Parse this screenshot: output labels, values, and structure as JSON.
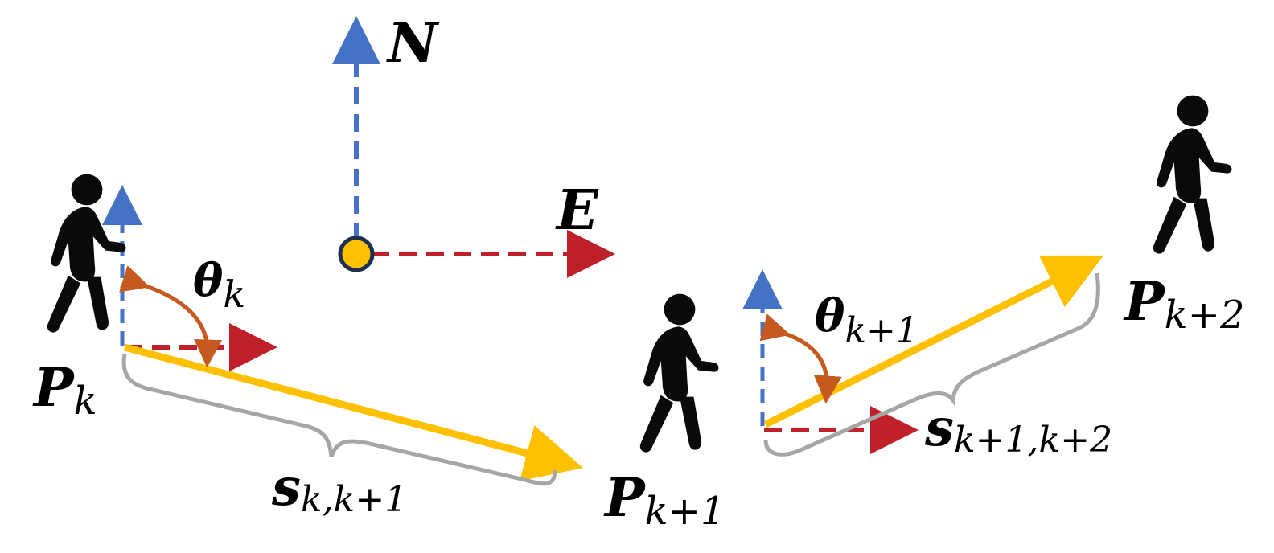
{
  "colors": {
    "north": "#4472c4",
    "east": "#c0202a",
    "step": "#ffc000",
    "angle": "#c55a1e",
    "brace": "#a6a6a6",
    "origin_fill": "#ffc000",
    "origin_stroke": "#1f2f4f",
    "person": "#0a0a0a"
  },
  "icons": [
    "walking-person-icon",
    "compass-origin-icon"
  ],
  "labels": {
    "north": "N",
    "east": "E",
    "p_k": {
      "main": "P",
      "sub": "k"
    },
    "p_k1": {
      "main": "P",
      "sub": "k+1"
    },
    "p_k2": {
      "main": "P",
      "sub": "k+2"
    },
    "theta_k": {
      "main": "θ",
      "sub": "k"
    },
    "theta_k1": {
      "main": "θ",
      "sub": "k+1"
    },
    "s_k": {
      "main": "s",
      "sub": "k,k+1"
    },
    "s_k1": {
      "main": "s",
      "sub": "k+1,k+2"
    }
  }
}
